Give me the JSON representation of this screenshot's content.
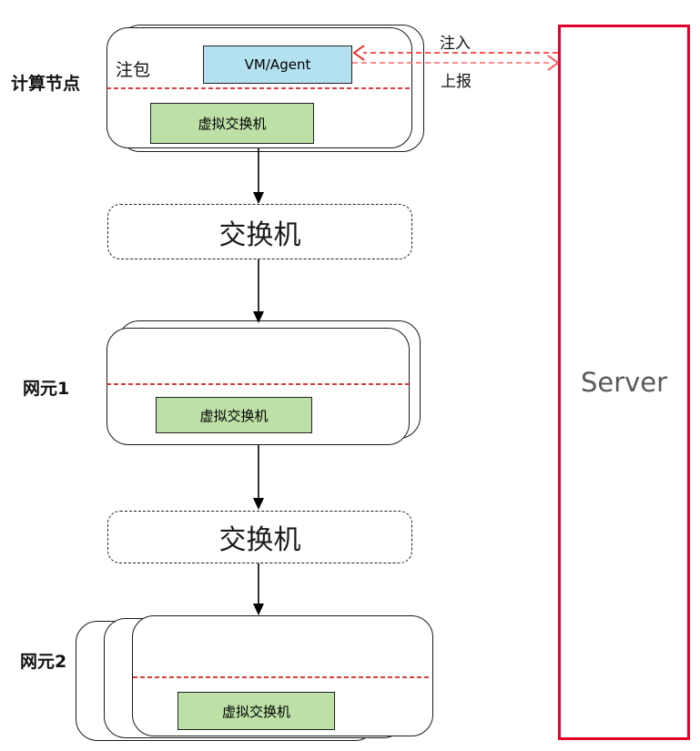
{
  "diagram": {
    "compute_node": {
      "label": "计算节点",
      "note": "注包",
      "vm": "VM/Agent",
      "vswitch": "虚拟交换机"
    },
    "flows": {
      "inject": "注入",
      "report": "上报"
    },
    "switch_top": {
      "label": "交换机"
    },
    "switch_bottom": {
      "label": "交换机"
    },
    "ne1": {
      "label": "网元1",
      "vswitch": "虚拟交换机"
    },
    "ne2": {
      "label": "网元2",
      "vswitch": "虚拟交换机"
    },
    "server": {
      "label": "Server"
    }
  },
  "colors": {
    "server_border": "#e4002b",
    "server_text": "#595959",
    "vm_fill": "#b4e1ef",
    "vswitch_fill": "#bce0a6",
    "divider_red": "#cc0000",
    "inject_arrow_red": "#ff1a1a",
    "report_arrow_red": "#ff6666",
    "shape_border": "#1a1a1a"
  }
}
